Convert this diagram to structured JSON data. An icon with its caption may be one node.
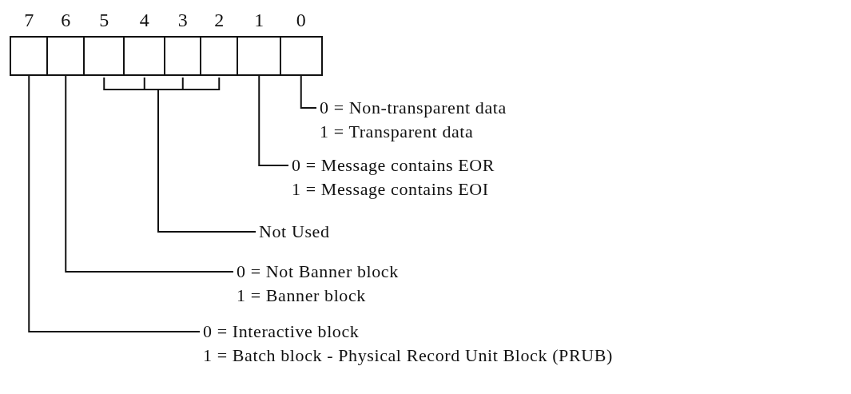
{
  "diagram": {
    "nodes": [
      {
        "text": [],
        "shape": "box",
        "beside": [
          "7"
        ]
      },
      {
        "text": [],
        "shape": "box",
        "beside": [
          "6"
        ]
      },
      {
        "text": [],
        "shape": "box",
        "beside": [
          "5"
        ]
      },
      {
        "text": [],
        "shape": "box",
        "beside": [
          "4"
        ]
      },
      {
        "text": [],
        "shape": "box",
        "beside": [
          "3"
        ]
      },
      {
        "text": [],
        "shape": "box",
        "beside": [
          "2"
        ]
      },
      {
        "text": [],
        "shape": "box",
        "beside": [
          "1"
        ]
      },
      {
        "text": [],
        "shape": "box",
        "beside": [
          "0"
        ]
      },
      {
        "text": [
          "0 = Non-transparent data",
          "1 = Transparent data"
        ]
      },
      {
        "text": [
          "0 = Message contains EOR",
          "1 = Message contains EOI"
        ]
      },
      {
        "text": [
          "Not Used"
        ]
      },
      {
        "text": [
          "0 = Not  Banner block",
          "1 = Banner block"
        ]
      },
      {
        "text": [
          "0 = Interactive block",
          "1 = Batch block - Physical Record Unit  Block (PRUB)"
        ]
      }
    ],
    "edges": [
      {
        "from": 7,
        "to": 8,
        "arrow": "none"
      },
      {
        "from": 6,
        "to": 9,
        "arrow": "none"
      },
      {
        "from": 2,
        "to": 10,
        "arrow": "none"
      },
      {
        "from": 3,
        "to": 10,
        "arrow": "none"
      },
      {
        "from": 4,
        "to": 10,
        "arrow": "none"
      },
      {
        "from": 5,
        "to": 10,
        "arrow": "none"
      },
      {
        "from": 1,
        "to": 11,
        "arrow": "none"
      },
      {
        "from": 0,
        "to": 12,
        "arrow": "none"
      }
    ]
  }
}
